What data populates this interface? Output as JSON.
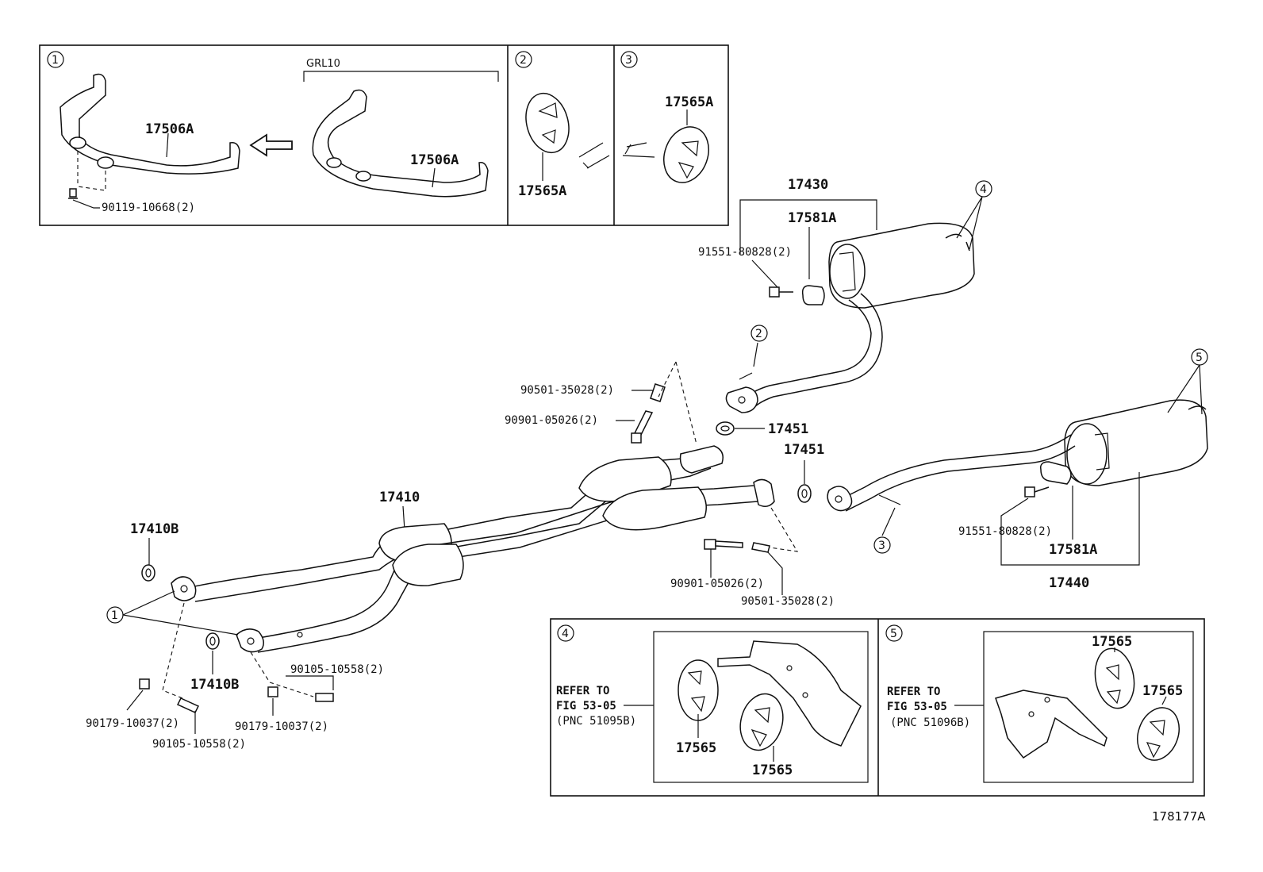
{
  "diagram": {
    "figure_id": "178177A",
    "panels": {
      "p1": {
        "marker": "1",
        "title": "GRL10",
        "part_left": "17506A",
        "part_right": "17506A",
        "bolt": "90119-10668(2)"
      },
      "p2": {
        "marker": "2",
        "part": "17565A"
      },
      "p3": {
        "marker": "3",
        "part": "17565A"
      },
      "p4": {
        "marker": "4",
        "refer_line1": "REFER TO",
        "refer_line2": "FIG 53-05",
        "refer_line3": "(PNC 51095B)",
        "part_a": "17565",
        "part_b": "17565"
      },
      "p5": {
        "marker": "5",
        "refer_line1": "REFER TO",
        "refer_line2": "FIG 53-05",
        "refer_line3": "(PNC 51096B)",
        "part_a": "17565",
        "part_b": "17565"
      }
    },
    "callouts": {
      "c1": "1",
      "c2": "2",
      "c3": "3",
      "c4": "4",
      "c5": "5"
    },
    "labels": {
      "front_pipe": "17410",
      "gasket_a": "17410B",
      "gasket_b": "17410B",
      "bolt_l1": "90179-10037(2)",
      "bolt_l2": "90105-10558(2)",
      "bolt_l3": "90105-10558(2)",
      "bolt_l4": "90179-10037(2)",
      "spring_top": "90501-35028(2)",
      "bolt_top": "90901-05026(2)",
      "bolt_low": "90901-05026(2)",
      "spring_low": "90501-35028(2)",
      "gasket_c": "17451",
      "gasket_d": "17451",
      "muffler_upper": "17430",
      "hanger_upper": "17581A",
      "bolt_upper": "91551-80828(2)",
      "bolt_lower": "91551-80828(2)",
      "hanger_lower": "17581A",
      "muffler_lower": "17440"
    }
  }
}
